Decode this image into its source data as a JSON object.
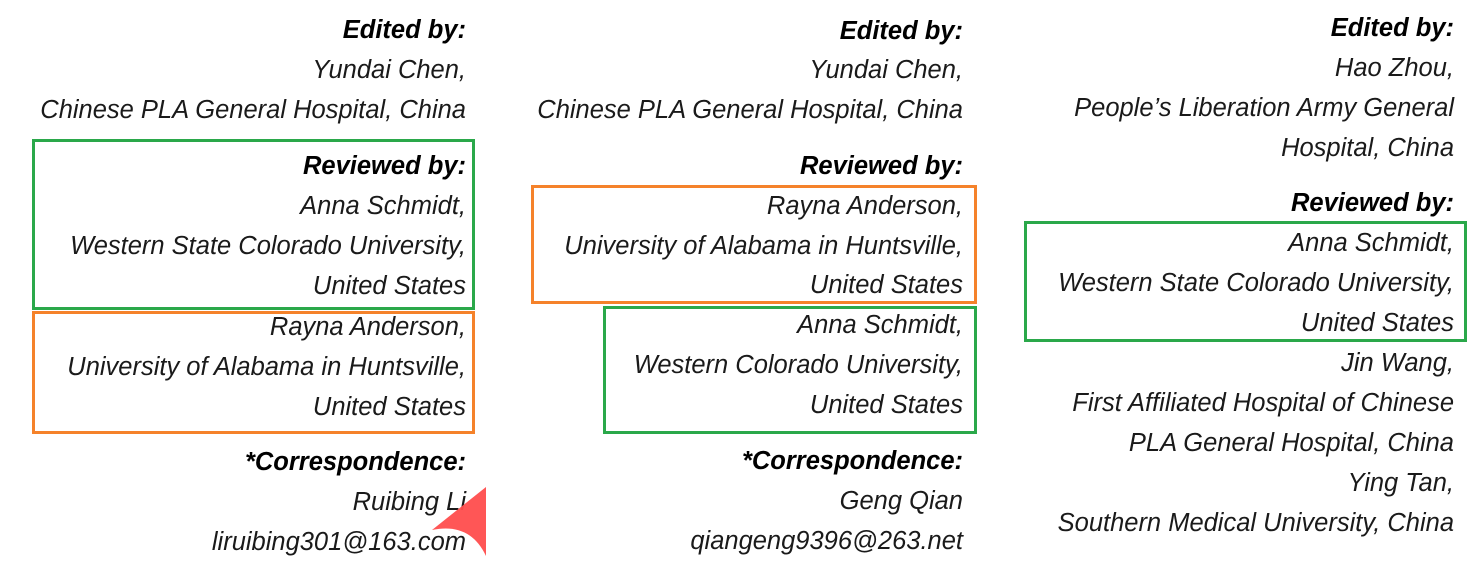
{
  "columns": [
    {
      "edited_heading": "Edited by:",
      "editor_name": "Yundai Chen,",
      "editor_affil": "Chinese PLA General Hospital, China",
      "reviewed_heading": "Reviewed by:",
      "reviewers": [
        [
          "Anna Schmidt,",
          "Western State Colorado University,",
          "United States"
        ],
        [
          "Rayna Anderson,",
          "University of Alabama in Huntsville,",
          "United States"
        ]
      ],
      "correspondence_heading": "*Correspondence:",
      "corr_name": "Ruibing Li",
      "corr_email": "liruibing301@163.com"
    },
    {
      "edited_heading": "Edited by:",
      "editor_name": "Yundai Chen,",
      "editor_affil": "Chinese PLA General Hospital, China",
      "reviewed_heading": "Reviewed by:",
      "reviewers": [
        [
          "Rayna Anderson,",
          "University of Alabama in Huntsville,",
          "United States"
        ],
        [
          "Anna Schmidt,",
          "Western Colorado University,",
          "United States"
        ]
      ],
      "correspondence_heading": "*Correspondence:",
      "corr_name": "Geng Qian",
      "corr_email": "qiangeng9396@263.net"
    },
    {
      "edited_heading": "Edited by:",
      "editor_name": "Hao Zhou,",
      "editor_affil1": "People’s Liberation Army General",
      "editor_affil2": "Hospital, China",
      "reviewed_heading": "Reviewed by:",
      "reviewers": [
        [
          "Anna Schmidt,",
          "Western State Colorado University,",
          "United States"
        ],
        [
          "Jin Wang,",
          "First Affiliated Hospital of Chinese",
          "PLA General Hospital, China"
        ],
        [
          "Ying Tan,",
          "Southern Medical University, China"
        ]
      ]
    }
  ],
  "colors": {
    "green": "#2aa84a",
    "orange": "#f5822a",
    "pointer": "#ff4d4d"
  }
}
